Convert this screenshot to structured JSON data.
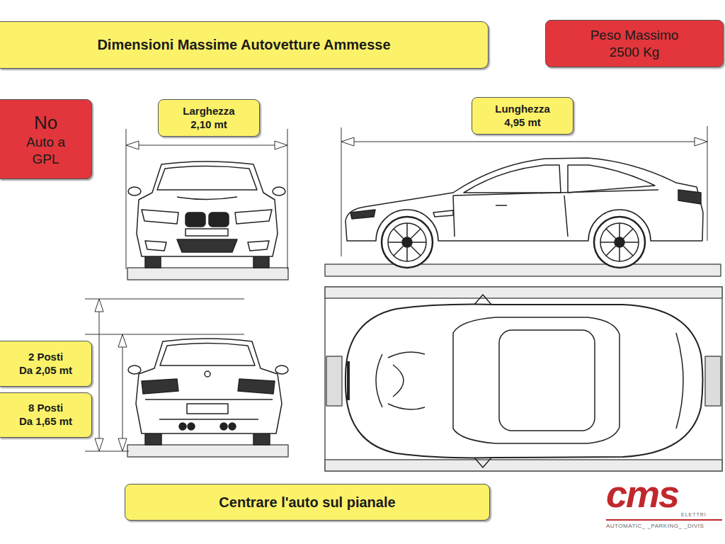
{
  "diagram": {
    "title": "Dimensioni Massime Autovetture Ammesse",
    "caption": "Centrare l'auto sul pianale",
    "nodes": [
      {
        "text": [
          "Peso Massimo",
          "2500 Kg"
        ]
      },
      {
        "text": [
          "No",
          "Auto a GPL"
        ]
      },
      {
        "text": [
          "Larghezza",
          "2,10 mt"
        ]
      },
      {
        "text": [
          "Lunghezza",
          "4,95 mt"
        ]
      },
      {
        "text": [
          "2 Posti",
          "Da 2,05 mt"
        ]
      },
      {
        "text": [
          "8 Posti",
          "Da 1,65 mt"
        ]
      }
    ],
    "labels": [
      "cms",
      "ELETTRI",
      "AUTOMATIC_ _PARKING_ _DIVIS"
    ]
  }
}
